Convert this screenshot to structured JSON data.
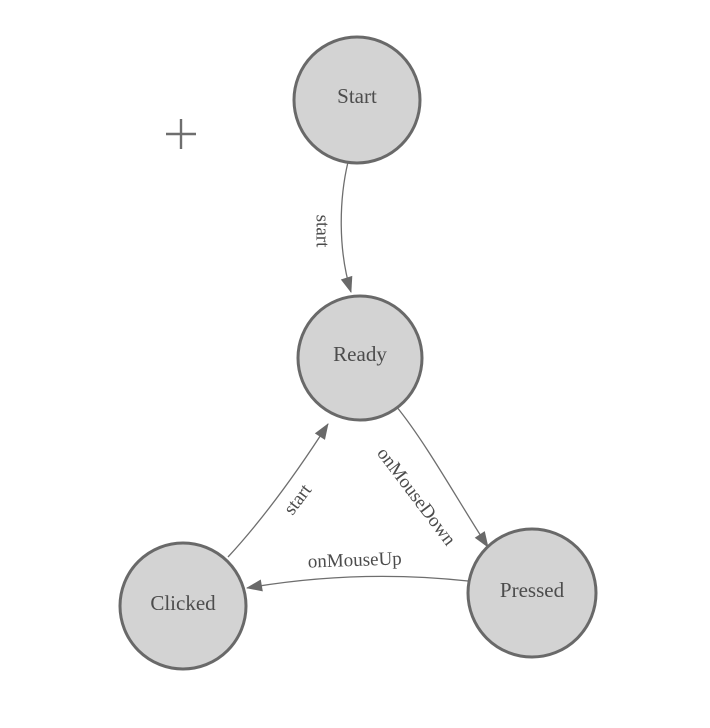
{
  "diagram": {
    "type": "state-machine",
    "colors": {
      "background": "#ffffff",
      "node_fill": "#d3d3d3",
      "node_stroke": "#696969",
      "edge_color": "#6e6e6e",
      "label_color": "#4c4c4c"
    },
    "nodes": [
      {
        "id": "start",
        "label": "Start"
      },
      {
        "id": "ready",
        "label": "Ready"
      },
      {
        "id": "clicked",
        "label": "Clicked"
      },
      {
        "id": "pressed",
        "label": "Pressed"
      }
    ],
    "edges": [
      {
        "from": "Start",
        "to": "Ready",
        "label": "start"
      },
      {
        "from": "Ready",
        "to": "Pressed",
        "label": "onMouseDown"
      },
      {
        "from": "Pressed",
        "to": "Clicked",
        "label": "onMouseUp"
      },
      {
        "from": "Clicked",
        "to": "Ready",
        "label": "start"
      }
    ],
    "icons": [
      {
        "name": "plus-crosshair-icon"
      }
    ]
  }
}
